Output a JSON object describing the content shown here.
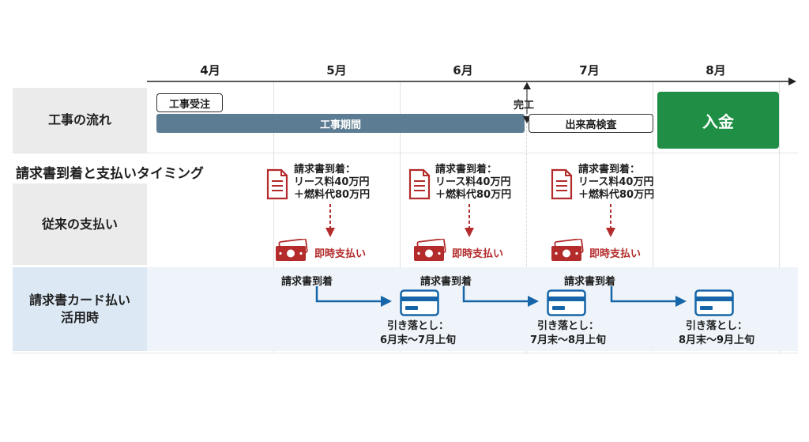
{
  "colors": {
    "accent_blue": "#1565a8",
    "accent_red": "#b32b2b",
    "green": "#1f8f45",
    "bar": "#5c7c93"
  },
  "months": [
    "4月",
    "5月",
    "6月",
    "7月",
    "8月"
  ],
  "rows": {
    "construction": "工事の流れ",
    "conventional": "従来の支払い",
    "card": "請求書カード払い活用時"
  },
  "construction": {
    "order": "工事受注",
    "period": "工事期間",
    "complete": "完工",
    "inspection": "出来高検査",
    "payment_in": "入金"
  },
  "timing_heading": "請求書到着と支払いタイミング",
  "conventional": [
    {
      "line1": "請求書到着：",
      "line2": "リース料40万円",
      "line3": "＋燃料代80万円",
      "pay": "即時支払い",
      "icon": "invoice-icon",
      "pay_icon": "cash-icon"
    },
    {
      "line1": "請求書到着：",
      "line2": "リース料40万円",
      "line3": "＋燃料代80万円",
      "pay": "即時支払い",
      "icon": "invoice-icon",
      "pay_icon": "cash-icon"
    },
    {
      "line1": "請求書到着：",
      "line2": "リース料40万円",
      "line3": "＋燃料代80万円",
      "pay": "即時支払い",
      "icon": "invoice-icon",
      "pay_icon": "cash-icon"
    }
  ],
  "card": [
    {
      "arrive": "請求書到着",
      "deduct1": "引き落とし：",
      "deduct2": "6月末〜7月上旬",
      "icon": "credit-card-icon"
    },
    {
      "arrive": "請求書到着",
      "deduct1": "引き落とし：",
      "deduct2": "7月末〜8月上旬",
      "icon": "credit-card-icon"
    },
    {
      "arrive": "請求書到着",
      "deduct1": "引き落とし：",
      "deduct2": "8月末〜9月上旬",
      "icon": "credit-card-icon"
    }
  ]
}
